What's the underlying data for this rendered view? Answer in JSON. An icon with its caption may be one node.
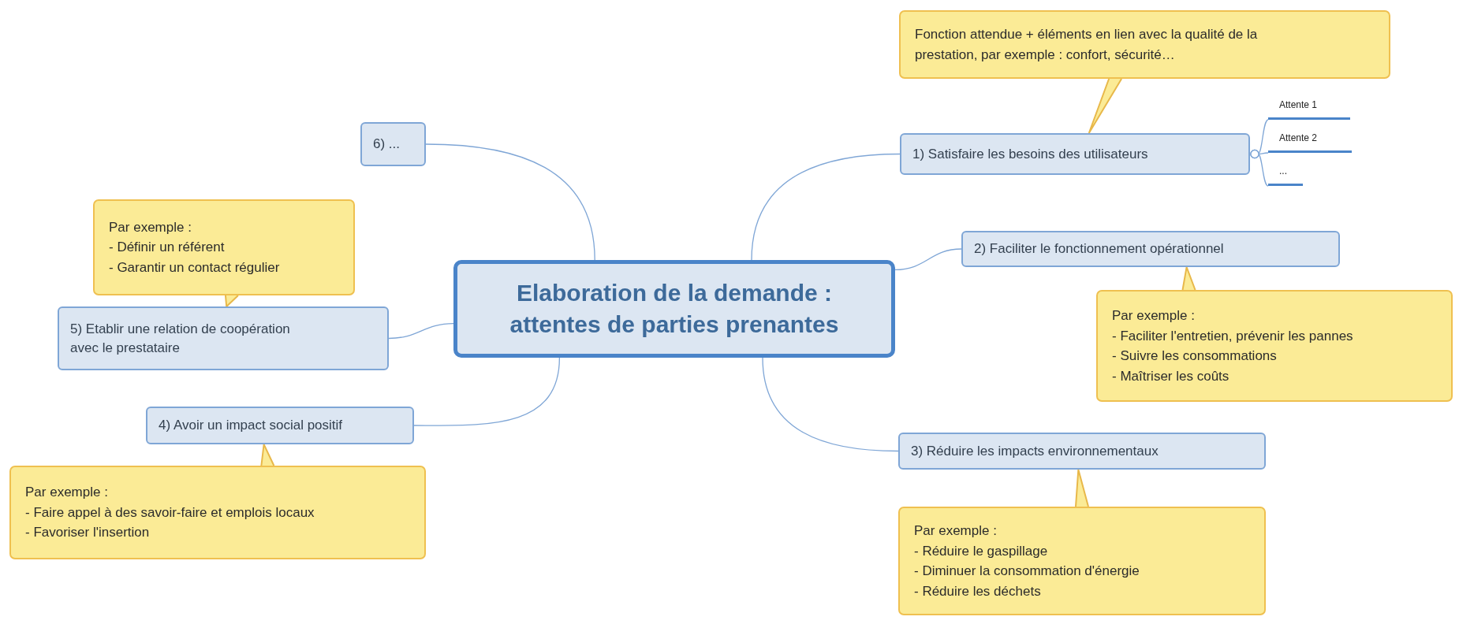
{
  "diagram": {
    "nodes": [
      {
        "text": [
          "Elaboration de la demande : attentes de parties prenantes"
        ]
      },
      {
        "text": [
          "Fonction attendue + éléments en lien avec la qualité de la prestation, par exemple : confort, sécurité…"
        ]
      },
      {
        "text": [
          "1) Satisfaire les besoins des utilisateurs"
        ]
      },
      {
        "text": [
          "Attente 1"
        ]
      },
      {
        "text": [
          "Attente 2"
        ]
      },
      {
        "text": [
          "..."
        ]
      },
      {
        "text": [
          "2) Faciliter le fonctionnement opérationnel"
        ]
      },
      {
        "text": [
          "Par exemple :",
          "- Faciliter l'entretien, prévenir les pannes",
          "- Suivre les consommations",
          "- Maîtriser les coûts"
        ]
      },
      {
        "text": [
          "3) Réduire les impacts environnementaux"
        ]
      },
      {
        "text": [
          "Par exemple :",
          "- Réduire le gaspillage",
          "- Diminuer la consommation d'énergie",
          "- Réduire les déchets"
        ]
      },
      {
        "text": [
          "6) ..."
        ]
      },
      {
        "text": [
          "Par exemple :",
          "- Définir un référent",
          "- Garantir un contact régulier"
        ]
      },
      {
        "text": [
          "5) Etablir une relation de coopération avec le prestataire"
        ]
      },
      {
        "text": [
          "4) Avoir un impact social positif"
        ]
      },
      {
        "text": [
          "Par exemple :",
          "- Faire appel à des savoir-faire et emplois locaux",
          "- Favoriser l'insertion"
        ]
      }
    ],
    "edges": [
      {
        "from": 0,
        "to": 2,
        "arrow": "none"
      },
      {
        "from": 0,
        "to": 6,
        "arrow": "none"
      },
      {
        "from": 0,
        "to": 8,
        "arrow": "none"
      },
      {
        "from": 0,
        "to": 13,
        "arrow": "none"
      },
      {
        "from": 0,
        "to": 12,
        "arrow": "none"
      },
      {
        "from": 0,
        "to": 10,
        "arrow": "none"
      },
      {
        "from": 2,
        "to": 3,
        "arrow": "other"
      },
      {
        "from": 2,
        "to": 4,
        "arrow": "other"
      },
      {
        "from": 2,
        "to": 5,
        "arrow": "other"
      },
      {
        "from": 1,
        "to": 2,
        "arrow": "to",
        "color": "#e8b84a"
      },
      {
        "from": 7,
        "to": 6,
        "arrow": "to",
        "color": "#e8b84a"
      },
      {
        "from": 9,
        "to": 8,
        "arrow": "to",
        "color": "#e8b84a"
      },
      {
        "from": 14,
        "to": 13,
        "arrow": "to",
        "color": "#e8b84a"
      },
      {
        "from": 11,
        "to": 12,
        "arrow": "to",
        "color": "#e8b84a"
      }
    ]
  }
}
